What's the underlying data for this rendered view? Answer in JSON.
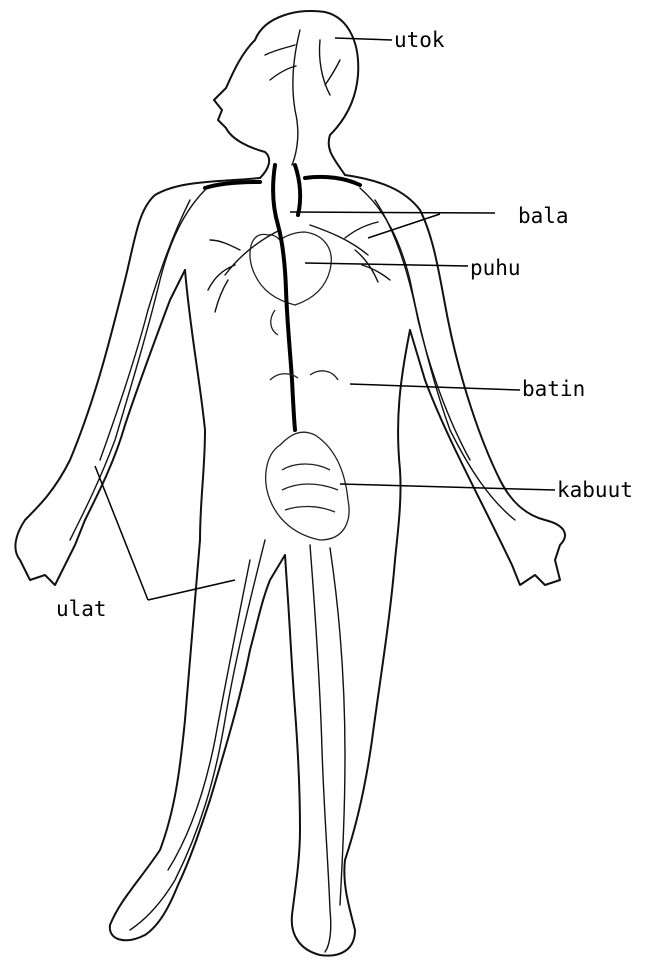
{
  "labels": {
    "brain": "utok",
    "vessels_top": "bala",
    "heart": "puhu",
    "liver": "batin",
    "intestines": "kabuut",
    "vessels_limbs": "ulat"
  }
}
